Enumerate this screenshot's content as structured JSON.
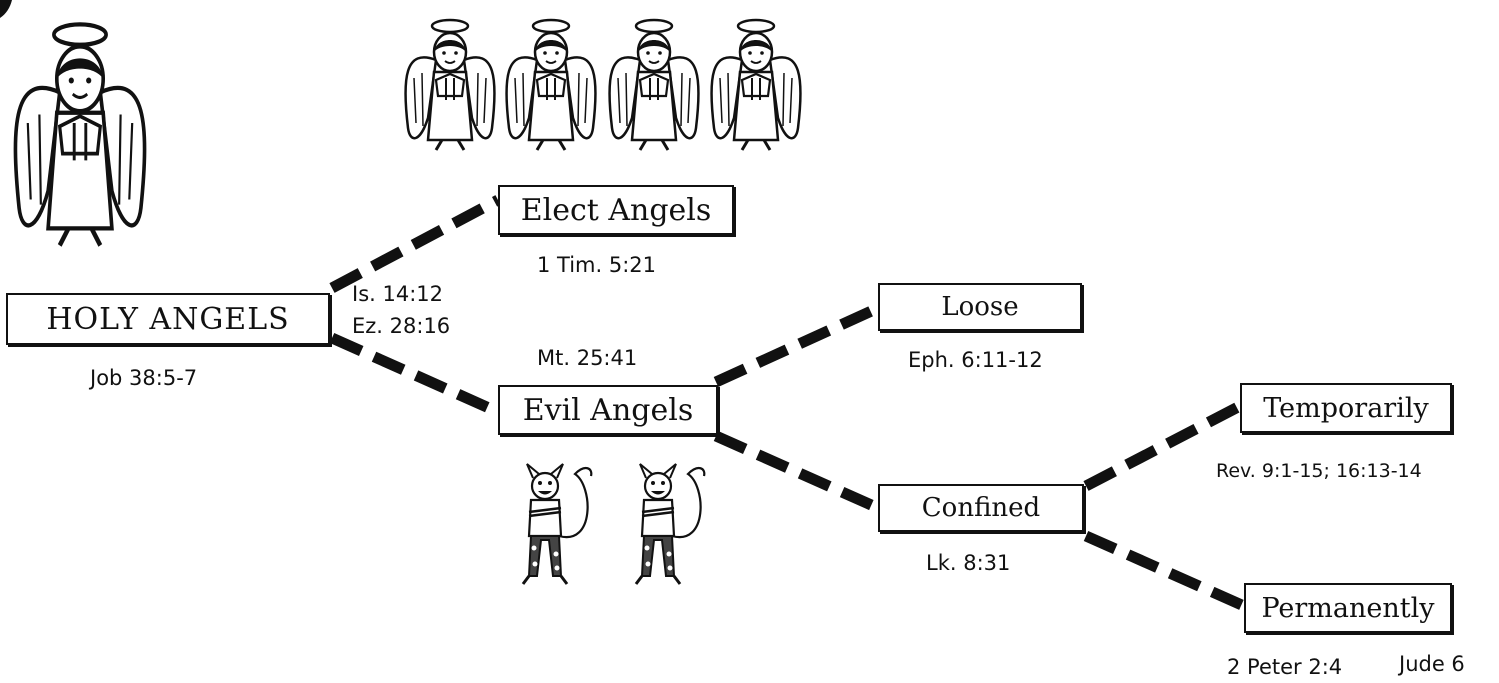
{
  "nodes": {
    "holy": {
      "label": "HOLY ANGELS",
      "ref": "Job 38:5-7"
    },
    "elect": {
      "label": "Elect Angels",
      "ref": "1 Tim. 5:21"
    },
    "evil": {
      "label": "Evil Angels",
      "ref": "Mt. 25:41"
    },
    "loose": {
      "label": "Loose",
      "ref": "Eph. 6:11-12"
    },
    "confined": {
      "label": "Confined",
      "ref": "Lk. 8:31"
    },
    "temporarily": {
      "label": "Temporarily",
      "ref": "Rev. 9:1-15;  16:13-14"
    },
    "permanently": {
      "label": "Permanently",
      "ref_a": "2 Peter 2:4",
      "ref_b": "Jude 6"
    }
  },
  "fall_refs": {
    "line1": "Is. 14:12",
    "line2": "Ez. 28:16"
  }
}
